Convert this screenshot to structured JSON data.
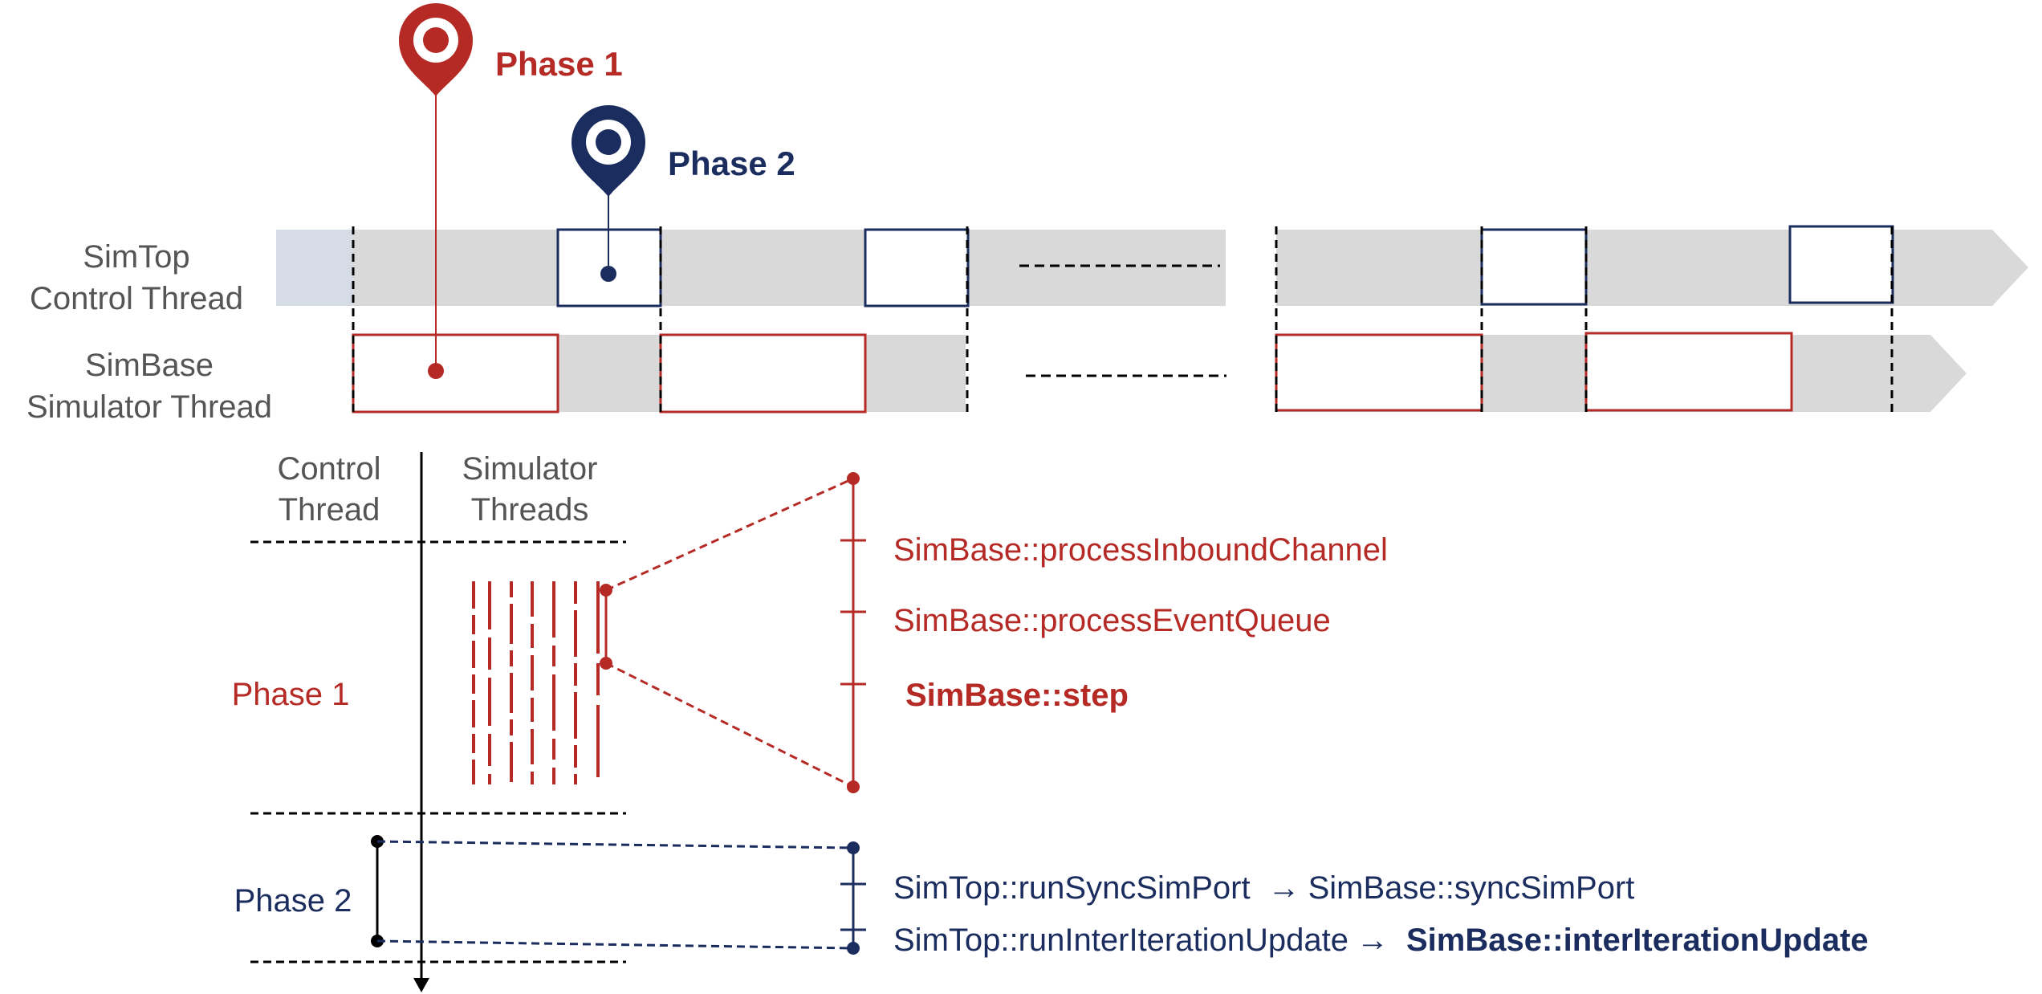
{
  "colors": {
    "red": "#b52a25",
    "navy": "#1b2d5e",
    "bar_gray": "#d9d9d9",
    "bar_start": "#d6dce5",
    "text_gray": "#555555"
  },
  "icons": [
    "location-pin-icon",
    "location-pin-icon"
  ],
  "timeline": {
    "row1_label_line1": "SimTop",
    "row1_label_line2": "Control Thread",
    "row2_label_line1": "SimBase",
    "row2_label_line2": "Simulator Thread",
    "marker1_label": "Phase 1",
    "marker2_label": "Phase 2"
  },
  "detail": {
    "col1_line1": "Control",
    "col1_line2": "Thread",
    "col2_line1": "Simulator",
    "col2_line2": "Threads",
    "phase1_label": "Phase 1",
    "phase2_label": "Phase 2",
    "phase1_steps": [
      "SimBase::processInboundChannel",
      "SimBase::processEventQueue",
      "SimBase::step"
    ],
    "phase2_steps": [
      {
        "caller": "SimTop::runSyncSimPort",
        "arrow": "→",
        "callee": "SimBase::syncSimPort"
      },
      {
        "caller": "SimTop::runInterIterationUpdate",
        "arrow": "→",
        "callee": "SimBase::interIterationUpdate"
      }
    ]
  }
}
